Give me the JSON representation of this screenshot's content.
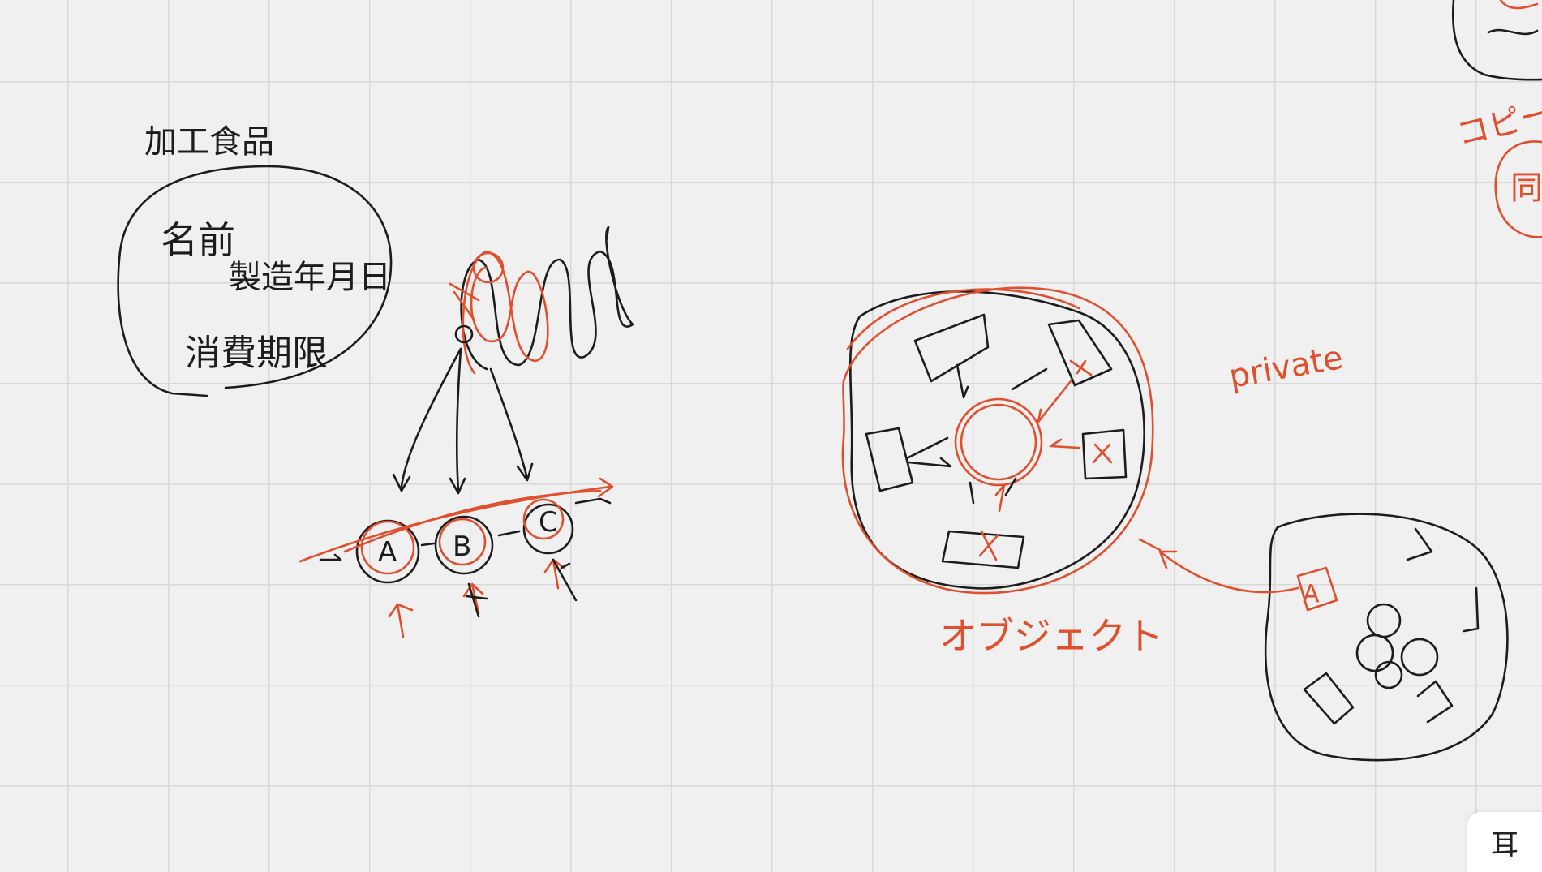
{
  "note": {
    "heading": "加工食品",
    "box_lines": [
      "名前",
      "製造年月日",
      "消費期限"
    ],
    "nodes": [
      "A",
      "B",
      "C"
    ],
    "object_label": "オブジェクト",
    "private_label": "private",
    "instance_label": "A",
    "copy_label": "コピー",
    "copy_letter": "同"
  },
  "colors": {
    "background": "#f0f0f0",
    "grid_line": "#d8d8d8",
    "ink_black": "#1c1c1c",
    "ink_red": "#e0502e"
  },
  "toolbar": {
    "icon": "tool-toggle-icon",
    "glyph": "耳"
  }
}
